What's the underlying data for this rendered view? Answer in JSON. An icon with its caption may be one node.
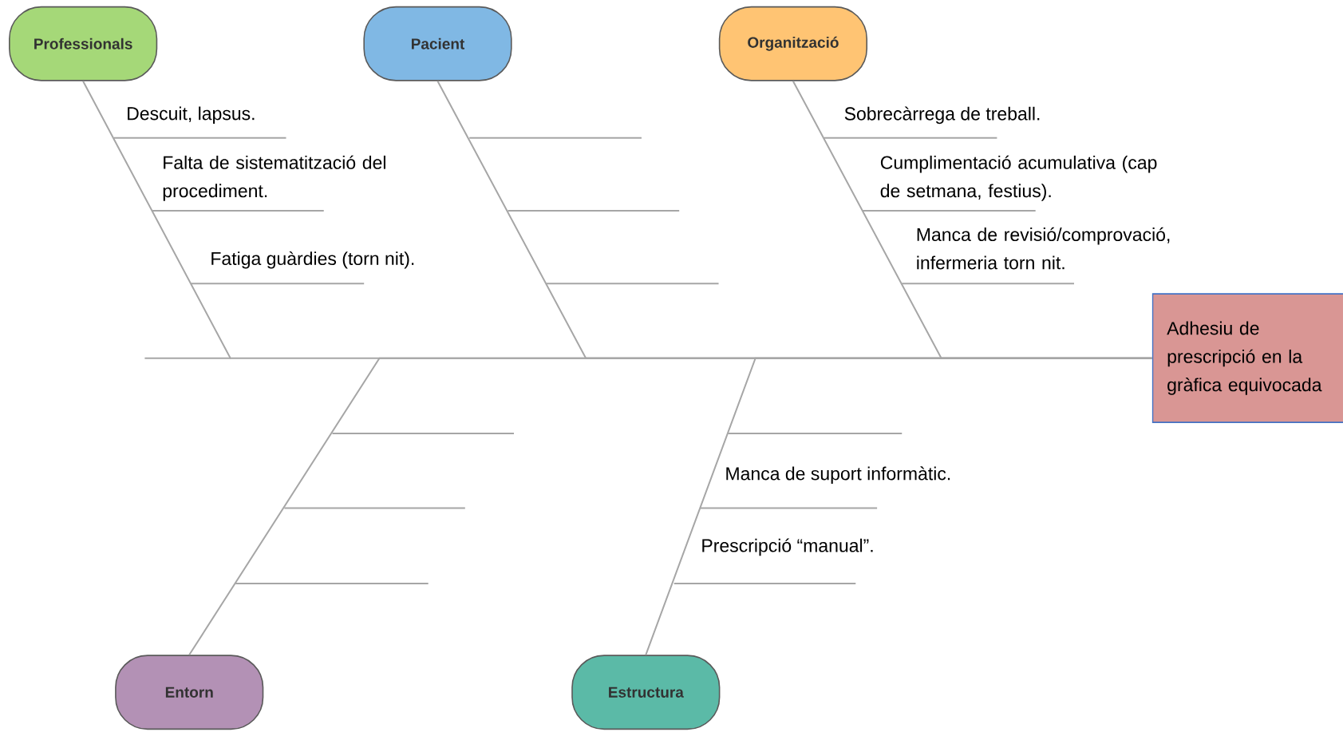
{
  "diagram": {
    "nodes": [
      {
        "text": [
          "Professionals"
        ]
      },
      {
        "text": [
          "Pacient"
        ]
      },
      {
        "text": [
          "Organització"
        ]
      },
      {
        "text": [
          "Entorn"
        ]
      },
      {
        "text": [
          "Estructura"
        ]
      },
      {
        "text": [
          "Adhesiu de prescripció en la gràfica equivocada"
        ]
      }
    ],
    "edges": [
      {
        "from": 0,
        "to": 5,
        "arrow": "none"
      },
      {
        "from": 1,
        "to": 5,
        "arrow": "none"
      },
      {
        "from": 2,
        "to": 5,
        "arrow": "none"
      },
      {
        "from": 3,
        "to": 5,
        "arrow": "none"
      },
      {
        "from": 4,
        "to": 5,
        "arrow": "none"
      }
    ],
    "labels": [
      "Descuit, lapsus.",
      "Falta de sistematització del procediment.",
      "Fatiga guàrdies (torn nit).",
      "Sobrecàrrega de treball.",
      "Cumplimentació acumulativa (cap de setmana, festius).",
      "Manca de revisió/comprovació, infermeria torn nit.",
      "Manca de suport informàtic.",
      "Prescripció “manual”."
    ]
  }
}
